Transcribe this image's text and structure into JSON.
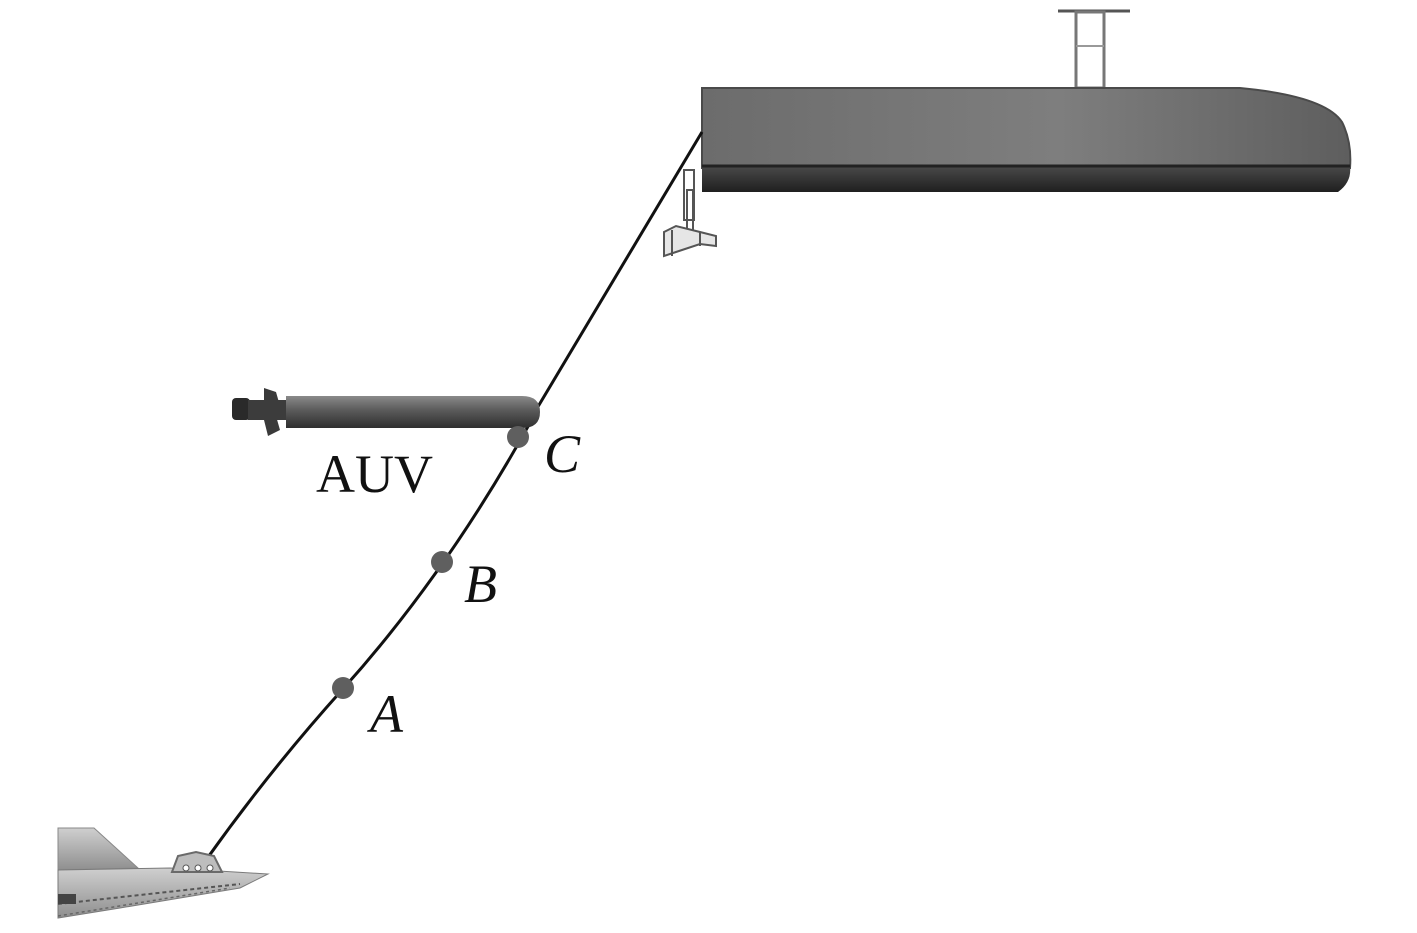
{
  "labels": {
    "auv": "AUV",
    "point_a": "A",
    "point_b": "B",
    "point_c": "C"
  },
  "colors": {
    "cable": "#111111",
    "marker": "#5f5f5f",
    "ship_hull_light": "#858585",
    "ship_hull_dark": "#3a3a3a",
    "auv_body": "#5a5a5a",
    "background": "#ffffff"
  }
}
